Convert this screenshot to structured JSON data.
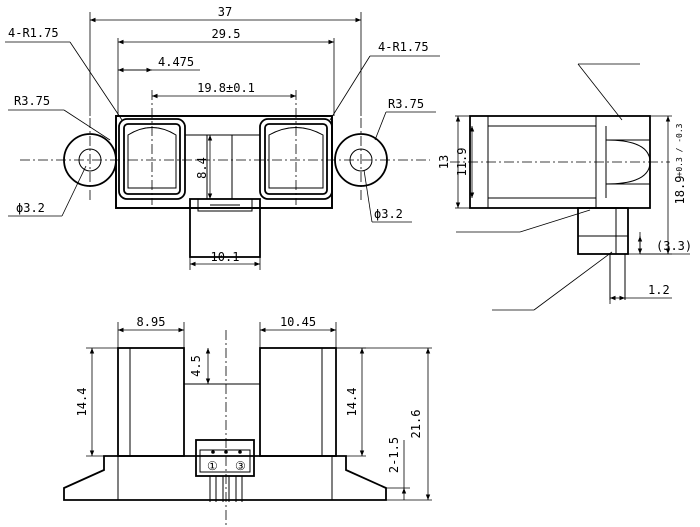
{
  "top_view": {
    "dim_overall": "37",
    "dim_hole_pitch": "29.5",
    "dim_lens_offset": "4.475",
    "dim_lens_pitch": "19.8±0.1",
    "dim_corner_left": "4-R1.75",
    "dim_corner_right": "4-R1.75",
    "dim_radius_left": "R3.75",
    "dim_radius_right": "R3.75",
    "dim_hole_left": "ϕ3.2",
    "dim_hole_right": "ϕ3.2",
    "dim_height": "8.4",
    "dim_connector": "10.1"
  },
  "side_view": {
    "dim_13": "13",
    "dim_11_9": "11.9",
    "dim_18_9": "18.9",
    "dim_18_9_tol": "+0.3 / -0.3",
    "dim_3_3": "(3.3)",
    "dim_1_2": "1.2"
  },
  "front_view": {
    "dim_left_width": "8.95",
    "dim_right_width": "10.45",
    "dim_gap_depth": "4.5",
    "dim_left_height": "14.4",
    "dim_right_height": "14.4",
    "dim_total_height": "21.6",
    "dim_base": "2-1.5",
    "pin_1": "①",
    "pin_3": "③"
  }
}
